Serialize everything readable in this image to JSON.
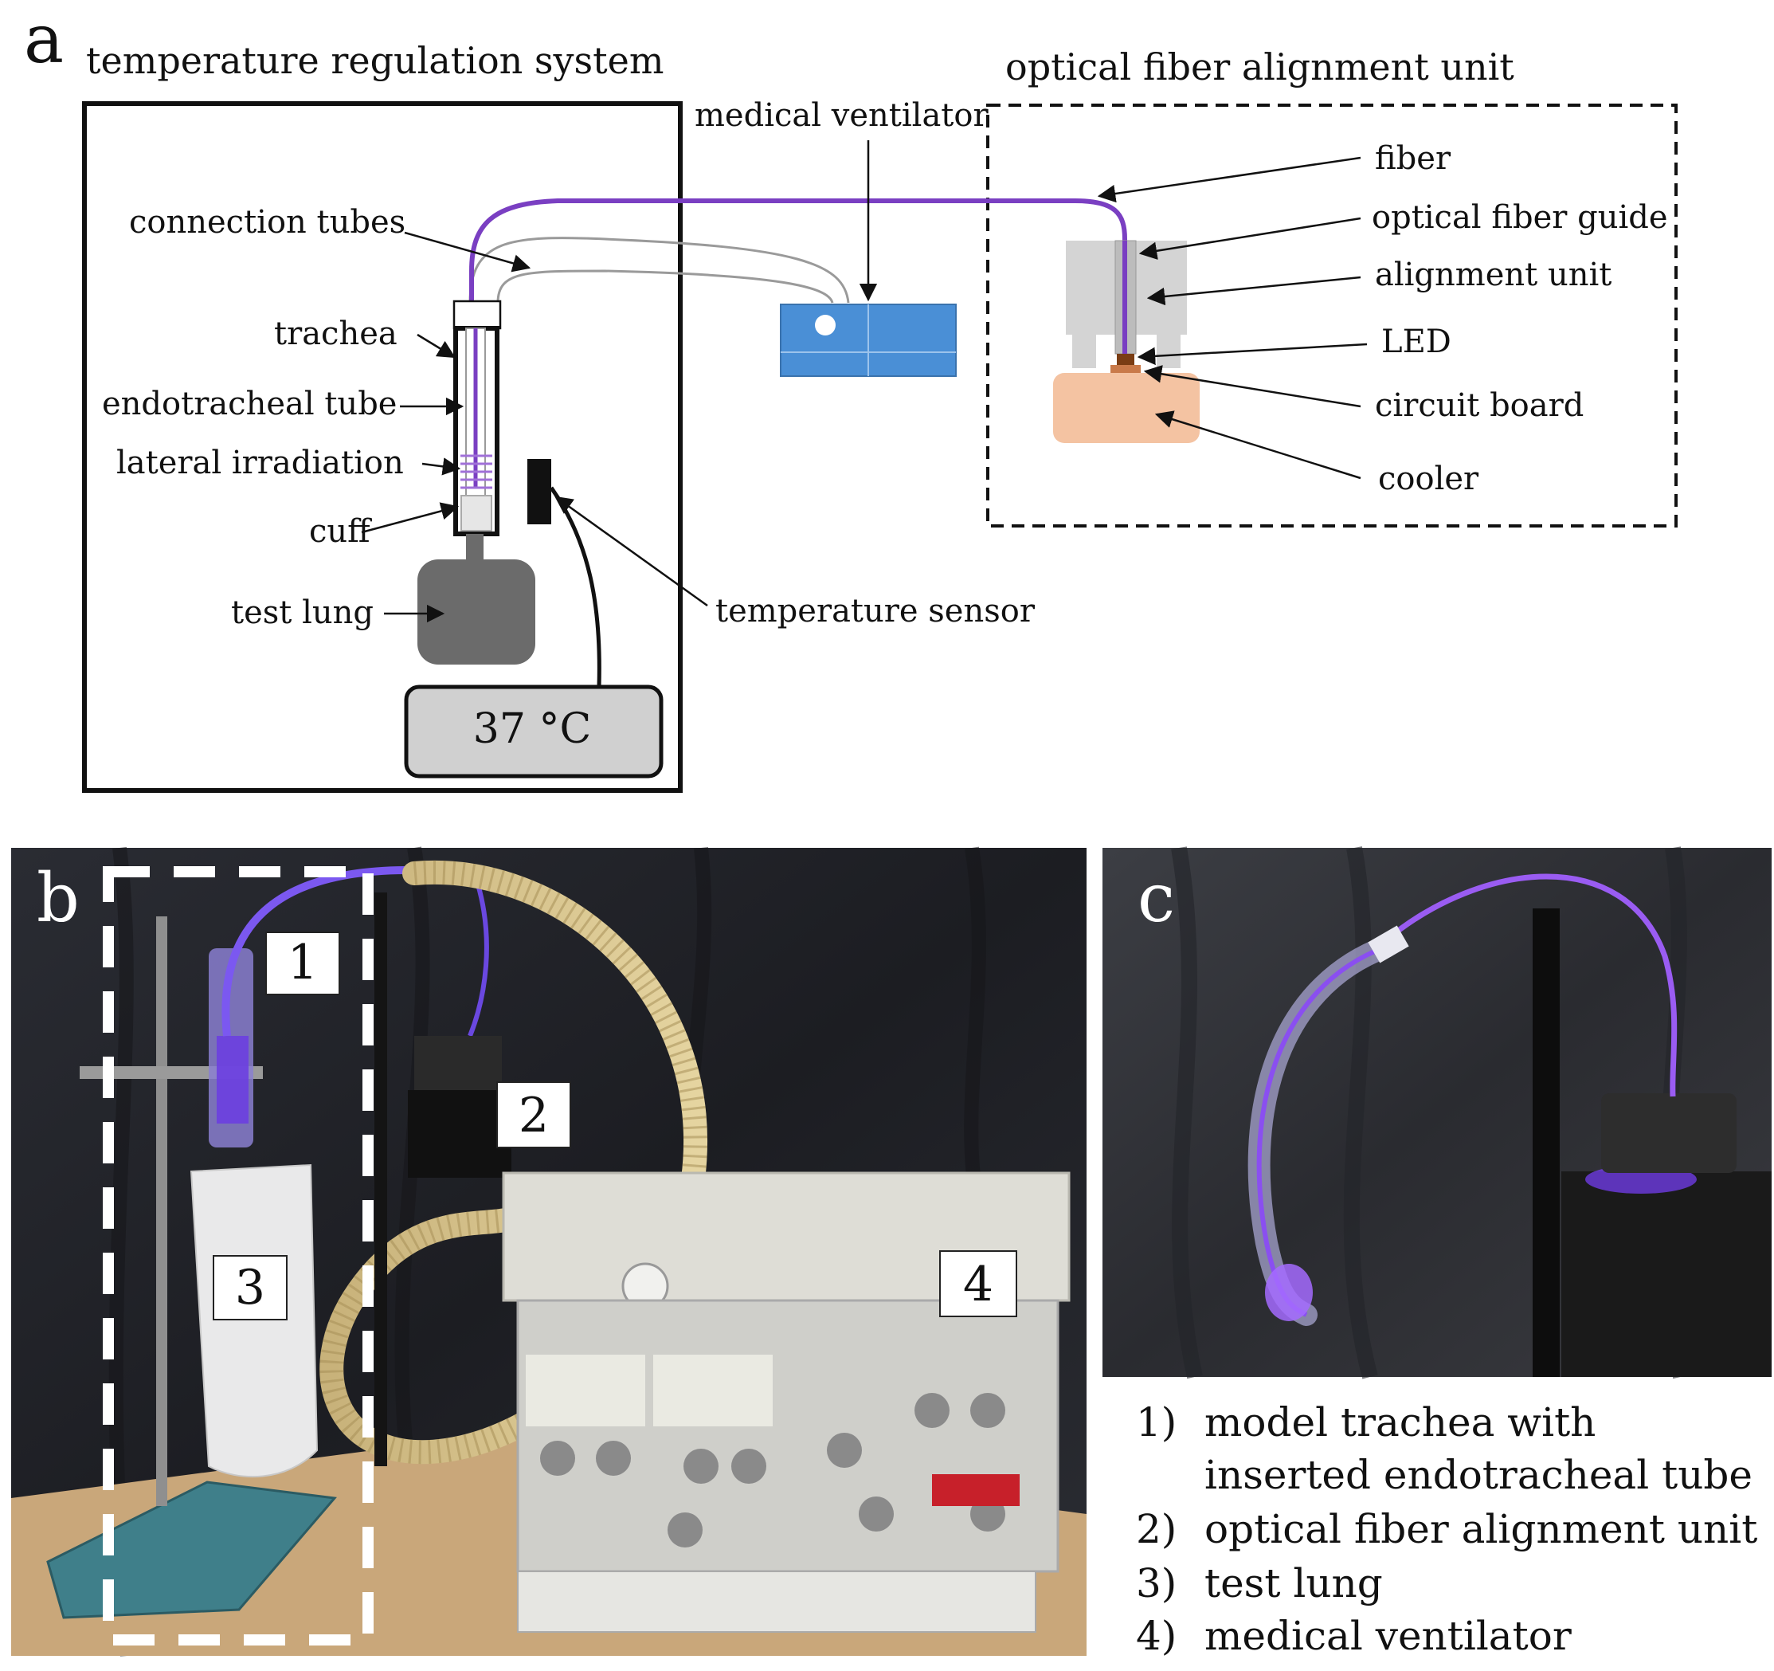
{
  "panel_a": {
    "letter": "a",
    "system_title": "temperature regulation system",
    "unit_title": "optical fiber alignment unit",
    "labels": {
      "medical_ventilator": "medical ventilator",
      "connection_tubes": "connection tubes",
      "trachea": "trachea",
      "endotracheal_tube": "endotracheal tube",
      "lateral_irradiation": "lateral irradiation",
      "cuff": "cuff",
      "test_lung": "test lung",
      "temperature_sensor": "temperature sensor",
      "fiber": "fiber",
      "optical_fiber_guide": "optical fiber guide",
      "alignment_unit": "alignment unit",
      "led": "LED",
      "circuit_board": "circuit board",
      "cooler": "cooler"
    },
    "thermostat_reading": "37 °C",
    "colors": {
      "fiber": "#7a3fc2",
      "ventilator": "#4a8fd6",
      "cooler": "#f4c3a2",
      "alignment_unit": "#d4d4d4",
      "test_lung": "#6b6b6b",
      "thermostat": "#d0d0d0",
      "led": "#7a3d14"
    }
  },
  "panel_b": {
    "letter": "b",
    "markers": [
      "1",
      "2",
      "3",
      "4"
    ]
  },
  "panel_c": {
    "letter": "c"
  },
  "legend": [
    {
      "num": "1)",
      "text": "model trachea with",
      "text2": "inserted endotracheal tube"
    },
    {
      "num": "2)",
      "text": "optical fiber alignment unit"
    },
    {
      "num": "3)",
      "text": "test lung"
    },
    {
      "num": "4)",
      "text": "medical ventilator"
    }
  ]
}
